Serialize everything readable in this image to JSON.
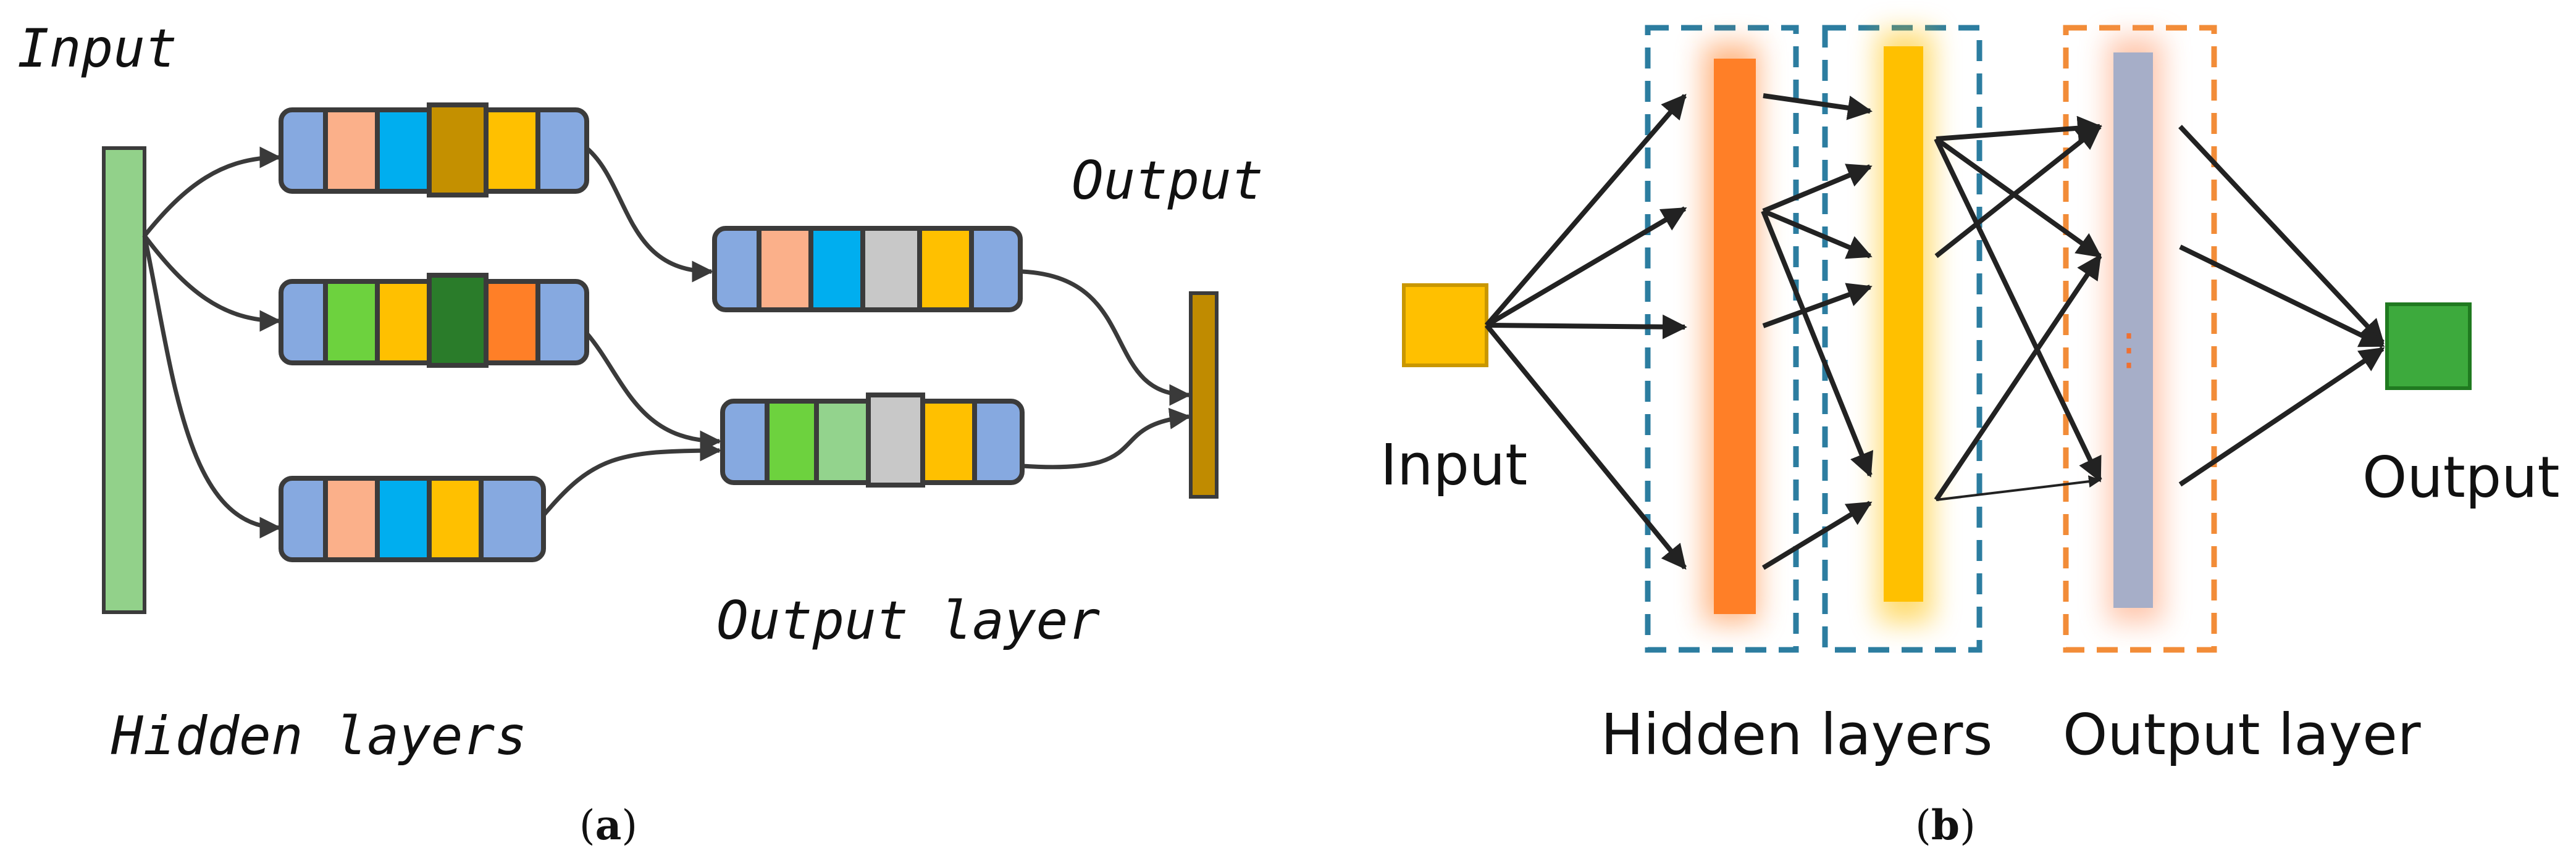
{
  "panel_a": {
    "input_label": "Input",
    "output_label": "Output",
    "output_layer_label": "Output layer",
    "hidden_layers_label": "Hidden layers",
    "caption_open": "(",
    "caption_letter": "a",
    "caption_close": ")"
  },
  "panel_b": {
    "input_label": "Input",
    "output_label": "Output",
    "hidden_layers_label": "Hidden layers",
    "output_layer_label": "Output layer",
    "ellipsis": "⋮",
    "caption_open": "(",
    "caption_letter": "b",
    "caption_close": ")"
  },
  "colors": {
    "input_bar": "#92d18a",
    "cell_blue": "#86a9e0",
    "cell_peach": "#fbb08a",
    "cell_cyan": "#00aeef",
    "cell_brown": "#c49000",
    "cell_yellow": "#ffc000",
    "cell_lightgreen": "#6dd23e",
    "cell_darkgreen": "#2a7c2a",
    "cell_orange": "#ff7f27",
    "cell_gray": "#c8c8c8",
    "cell_mint": "#93d38d",
    "output_bar": "#c08b00",
    "b_input_square": "#ffc000",
    "b_hidden1": "#ff7f27",
    "b_hidden2": "#ffc000",
    "b_output_layer": "#a6aec8",
    "b_output_square": "#3daa3d",
    "dash_blue": "#2c7da0",
    "dash_orange": "#f28c38",
    "arrow": "#222222",
    "curve": "#3a3a3a"
  }
}
